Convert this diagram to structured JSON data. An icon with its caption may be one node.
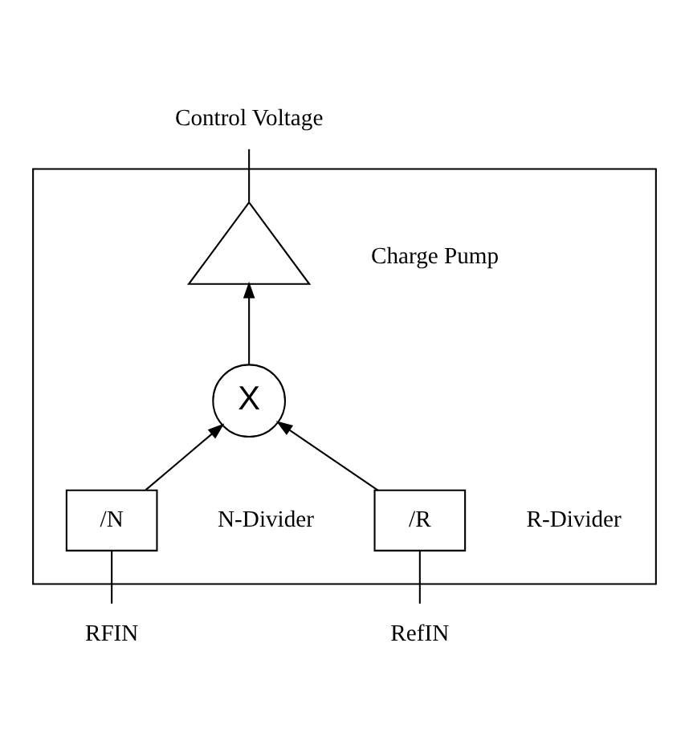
{
  "diagram": {
    "nodes": [
      {
        "text": [],
        "shape": "box"
      },
      {
        "text": [
          "Control Voltage"
        ]
      },
      {
        "text": [],
        "shape": "triangle",
        "beside": [
          "Charge Pump"
        ],
        "in": 0
      },
      {
        "text": [
          "X"
        ],
        "in": 0
      },
      {
        "text": [
          "/N"
        ],
        "beside": [
          "N-Divider"
        ],
        "in": 0
      },
      {
        "text": [
          "RFIN"
        ]
      },
      {
        "text": [
          "/R"
        ],
        "beside": [
          "R-Divider"
        ],
        "in": 0
      },
      {
        "text": [
          "RefIN"
        ]
      }
    ],
    "edges": [
      {
        "from": 2,
        "to": 1,
        "arrow": "none"
      },
      {
        "from": 3,
        "to": 2,
        "arrow": "to"
      },
      {
        "from": 4,
        "to": 3,
        "arrow": "to"
      },
      {
        "from": 5,
        "to": 4,
        "arrow": "none"
      },
      {
        "from": 6,
        "to": 3,
        "arrow": "to"
      },
      {
        "from": 7,
        "to": 6,
        "arrow": "none"
      }
    ]
  }
}
